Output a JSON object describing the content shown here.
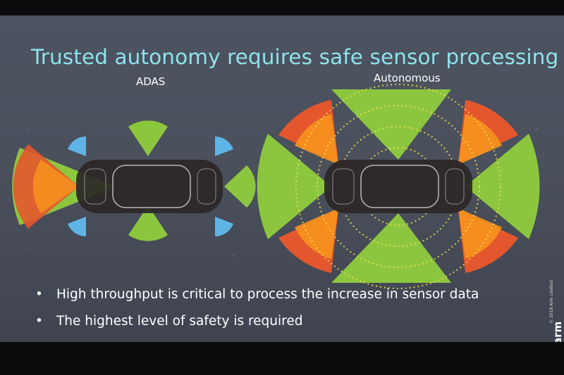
{
  "slide": {
    "title": "Trusted autonomy requires safe sensor processing",
    "diagrams": {
      "adas_label": "ADAS",
      "autonomous_label": "Autonomous"
    },
    "bullets": [
      "High throughput is critical to process the increase in sensor data",
      "The highest level of safety is required"
    ],
    "brand": {
      "logo_text": "arm",
      "copyright": "© 2018 Arm Limited"
    }
  },
  "colors": {
    "title": "#8de3ec",
    "sensor_green": "#8cc63f",
    "sensor_orange": "#f7931e",
    "sensor_red": "#e4572e",
    "sensor_blue": "#5fb4e6",
    "radar_yellow": "#f2e04a"
  },
  "bullet_icon": "bullet-dot"
}
